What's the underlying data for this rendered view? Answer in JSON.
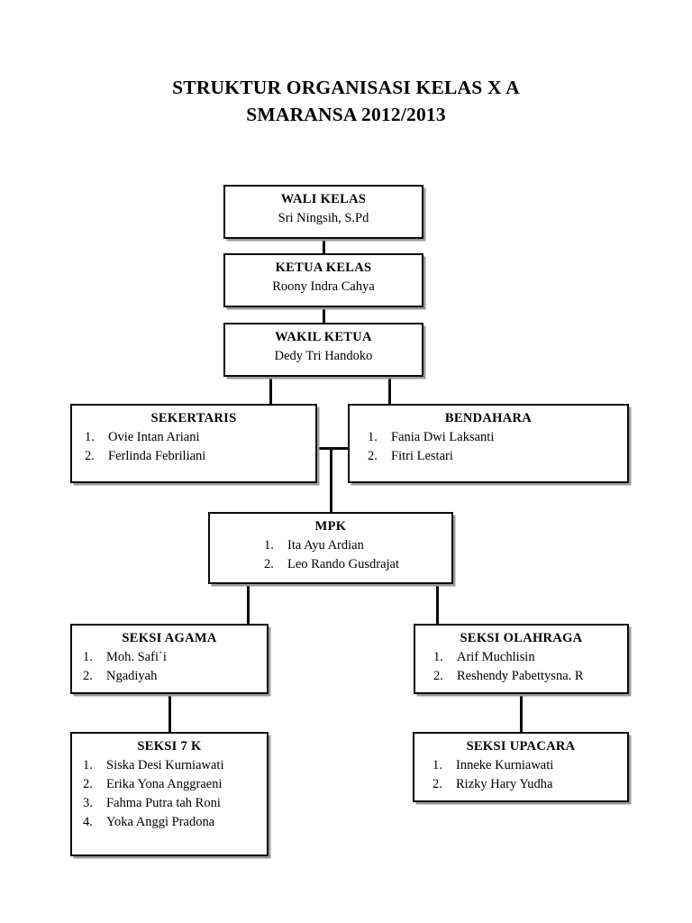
{
  "document": {
    "title_line1": "STRUKTUR ORGANISASI KELAS X A",
    "title_line2": "SMARANSA 2012/2013"
  },
  "chart_data": {
    "type": "diagram",
    "subtype": "organization-chart",
    "title": "STRUKTUR ORGANISASI KELAS X A SMARANSA 2012/2013",
    "orientation": "top-down",
    "nodes": [
      {
        "id": "wali-kelas",
        "title": "WALI KELAS",
        "subtitle": "Sri Ningsih, S.Pd",
        "members": [],
        "level": 0
      },
      {
        "id": "ketua-kelas",
        "title": "KETUA KELAS",
        "subtitle": "Roony Indra Cahya",
        "members": [],
        "level": 1
      },
      {
        "id": "wakil-ketua",
        "title": "WAKIL KETUA",
        "subtitle": "Dedy Tri Handoko",
        "members": [],
        "level": 2
      },
      {
        "id": "sekertaris",
        "title": "SEKERTARIS",
        "subtitle": "",
        "members": [
          {
            "num": "1.",
            "name": "Ovie Intan Ariani"
          },
          {
            "num": "2.",
            "name": "Ferlinda Febriliani"
          }
        ],
        "level": 3
      },
      {
        "id": "bendahara",
        "title": "BENDAHARA",
        "subtitle": "",
        "members": [
          {
            "num": "1.",
            "name": "Fania Dwi Laksanti"
          },
          {
            "num": "2.",
            "name": "Fitri Lestari"
          }
        ],
        "level": 3
      },
      {
        "id": "mpk",
        "title": "MPK",
        "subtitle": "",
        "members": [
          {
            "num": "1.",
            "name": "Ita Ayu Ardian"
          },
          {
            "num": "2.",
            "name": "Leo Rando Gusdrajat"
          }
        ],
        "level": 4
      },
      {
        "id": "seksi-agama",
        "title": "SEKSI AGAMA",
        "subtitle": "",
        "members": [
          {
            "num": "1.",
            "name": "Moh. Safi`i"
          },
          {
            "num": "2.",
            "name": "Ngadiyah"
          }
        ],
        "level": 5
      },
      {
        "id": "seksi-olahraga",
        "title": "SEKSI OLAHRAGA",
        "subtitle": "",
        "members": [
          {
            "num": "1.",
            "name": "Arif Muchlisin"
          },
          {
            "num": "2.",
            "name": "Reshendy Pabettysna. R"
          }
        ],
        "level": 5
      },
      {
        "id": "seksi-7k",
        "title": "SEKSI 7 K",
        "subtitle": "",
        "members": [
          {
            "num": "1.",
            "name": "Siska Desi Kurniawati"
          },
          {
            "num": "2.",
            "name": "Erika Yona Anggraeni"
          },
          {
            "num": "3.",
            "name": "Fahma Putra tah Roni"
          },
          {
            "num": "4.",
            "name": "Yoka Anggi Pradona"
          }
        ],
        "level": 6
      },
      {
        "id": "seksi-upacara",
        "title": "SEKSI UPACARA",
        "subtitle": "",
        "members": [
          {
            "num": "1.",
            "name": "Inneke Kurniawati"
          },
          {
            "num": "2.",
            "name": "Rizky Hary Yudha"
          }
        ],
        "level": 6
      }
    ],
    "edges": [
      {
        "from": "wali-kelas",
        "to": "ketua-kelas"
      },
      {
        "from": "ketua-kelas",
        "to": "wakil-ketua"
      },
      {
        "from": "wakil-ketua",
        "to": "sekertaris"
      },
      {
        "from": "wakil-ketua",
        "to": "bendahara"
      },
      {
        "from": "sekertaris",
        "to": "mpk"
      },
      {
        "from": "bendahara",
        "to": "mpk"
      },
      {
        "from": "mpk",
        "to": "seksi-agama"
      },
      {
        "from": "mpk",
        "to": "seksi-olahraga"
      },
      {
        "from": "seksi-agama",
        "to": "seksi-7k"
      },
      {
        "from": "seksi-olahraga",
        "to": "seksi-upacara"
      }
    ],
    "colors": {
      "background": "#ffffff",
      "box_border": "#0a0a0a",
      "box_fill": "#ffffff",
      "box_shadow": "#9a9a9a",
      "connector": "#0a0a0a",
      "text": "#000000"
    }
  }
}
